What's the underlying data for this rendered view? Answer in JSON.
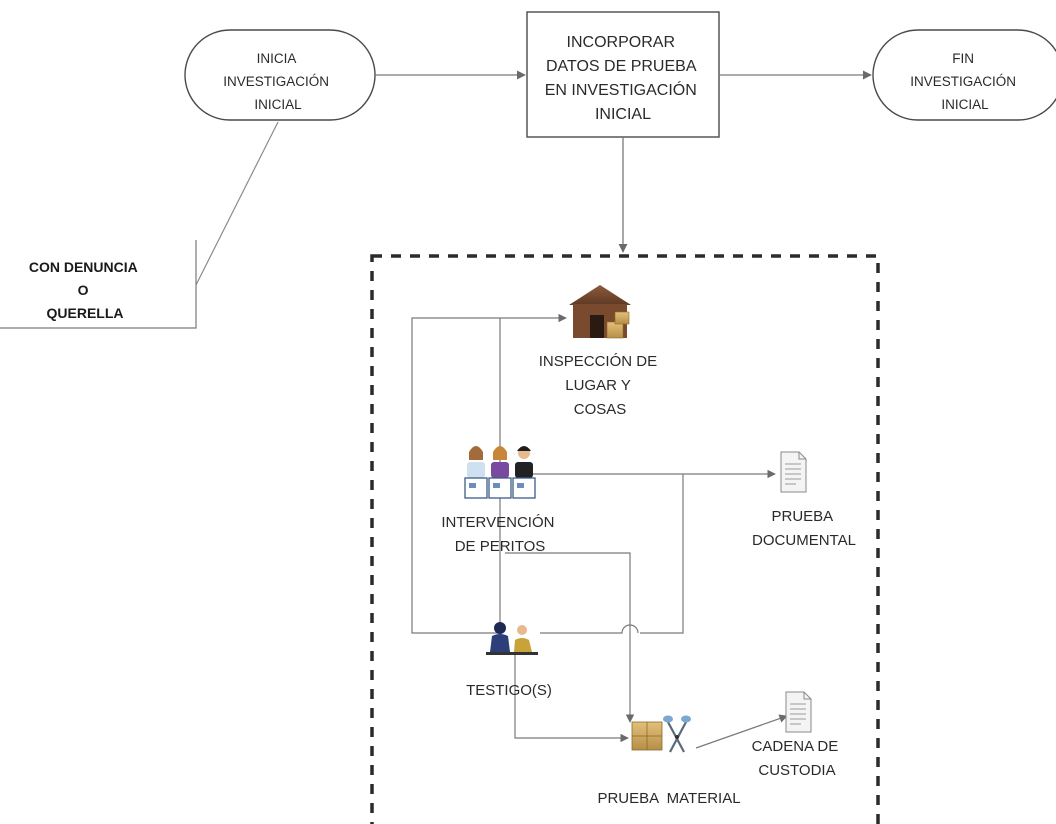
{
  "diagram": {
    "start": {
      "lines": [
        "INICIA",
        "INVESTIGACIÓN",
        "INICIAL"
      ]
    },
    "process": {
      "lines": [
        "INCORPORAR",
        "DATOS DE PRUEBA",
        "EN INVESTIGACIÓN",
        "INICIAL"
      ]
    },
    "end": {
      "lines": [
        "FIN",
        "INVESTIGACIÓN",
        "INICIAL"
      ]
    },
    "annotation": {
      "lines": [
        "CON DENUNCIA",
        "O",
        "QUERELLA"
      ]
    },
    "inspection": {
      "lines": [
        "INSPECCIÓN DE",
        "LUGAR Y",
        "COSAS"
      ],
      "icon": "warehouse-icon"
    },
    "experts": {
      "lines": [
        "INTERVENCIÓN",
        "DE PERITOS"
      ],
      "icon": "people-icon"
    },
    "documentary": {
      "lines": [
        "PRUEBA",
        "DOCUMENTAL"
      ],
      "icon": "document-icon"
    },
    "witness": {
      "lines": [
        "TESTIGO(S)"
      ],
      "icon": "witness-icon"
    },
    "material": {
      "lines": [
        "PRUEBA  MATERIAL"
      ],
      "icon": "box-tools-icon"
    },
    "custody": {
      "lines": [
        "CADENA DE",
        "CUSTODIA"
      ],
      "icon": "document-icon"
    },
    "colors": {
      "line": "#7a7a7a",
      "border": "#3a3a3a",
      "text": "#2a2a2a"
    }
  }
}
